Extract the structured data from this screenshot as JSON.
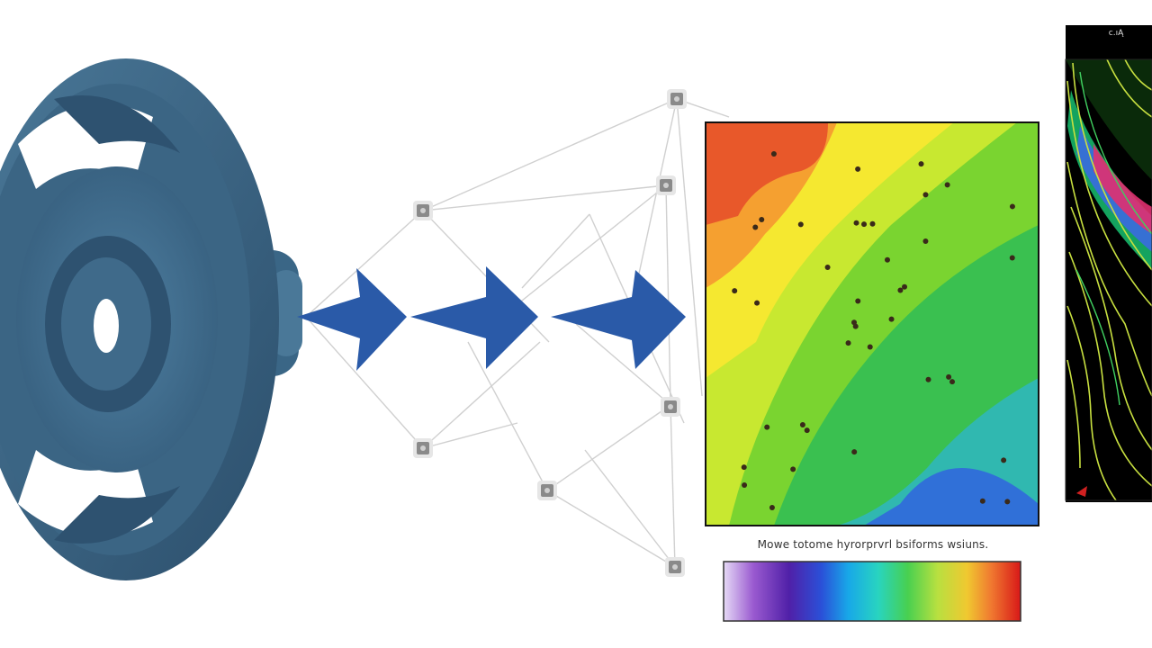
{
  "scene": {
    "part_color": "#3f6a8a",
    "part_dark": "#2e5270",
    "arrow_color": "#2a5aa8",
    "node_color": "#8a8a8a",
    "edge_color": "#cfcfcf",
    "contour_panel_color": "#000000"
  },
  "arrows": [
    {
      "name": "arrow-1"
    },
    {
      "name": "arrow-2"
    },
    {
      "name": "arrow-3"
    }
  ],
  "network": {
    "node_count": 8,
    "icon": "node-icon"
  },
  "heatmap": {
    "colors": [
      "#e8582a",
      "#f5a030",
      "#f5e830",
      "#c8e830",
      "#7ad430",
      "#3ac050",
      "#30b8b0",
      "#3070d8"
    ],
    "sample_points": 40
  },
  "colorbar": {
    "caption": "Mowe totome hyrorprvrl bsiforms wsiuns.",
    "stops": [
      "#d8c8f0",
      "#8a4ac8",
      "#5a2aa8",
      "#2a50d0",
      "#1aa0e0",
      "#20d0c8",
      "#40d050",
      "#a8e040",
      "#f0d030",
      "#f08030",
      "#e83030",
      "#d81818"
    ]
  },
  "contour_panel": {
    "label": "c.ıĄ"
  }
}
